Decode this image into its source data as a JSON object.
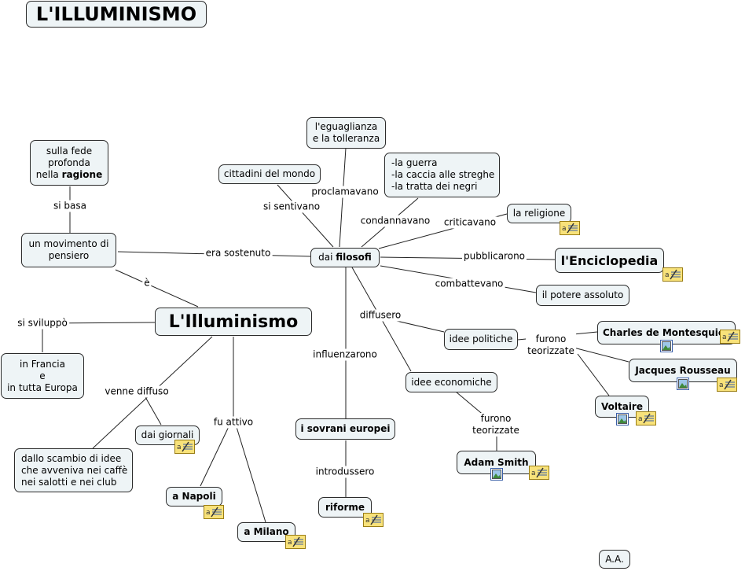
{
  "title": "L'ILLUMINISMO",
  "center": "L'Illuminismo",
  "nodes": {
    "fede": [
      "sulla fede",
      "profonda",
      "nella ",
      "ragione"
    ],
    "movimento": "un movimento di\npensiero",
    "francia": "in Francia\ne\nin tutta Europa",
    "scambio": "dallo scambio di idee\nche avveniva nei caffè\nnei salotti e nei club",
    "giornali": "dai giornali",
    "napoli": "a Napoli",
    "milano": "a Milano",
    "filosofi": [
      "dai ",
      "filosofi"
    ],
    "eguaglianza": "l'eguaglianza\ne la tolleranza",
    "cittadini": "cittadini del mondo",
    "guerra": "-la guerra\n-la caccia alle streghe\n-la tratta dei negri",
    "religione": "la religione",
    "enciclopedia": "l'Enciclopedia",
    "potere": "il potere assoluto",
    "sovrani": "i sovrani europei",
    "riforme": "riforme",
    "idee_politiche": "idee politiche",
    "idee_economiche": "idee economiche",
    "montesquieu": "Charles de Montesquieu",
    "rousseau": "Jacques Rousseau",
    "voltaire": "Voltaire",
    "smith": "Adam Smith"
  },
  "labels": {
    "si_basa": "si basa",
    "e": "è",
    "si_sviluppo": "si sviluppò",
    "venne_diffuso": "venne diffuso",
    "fu_attivo": "fu attivo",
    "era_sostenuto": "era sostenuto",
    "proclamavano": "proclamavano",
    "si_sentivano": "si sentivano",
    "condannavano": "condannavano",
    "criticavano": "criticavano",
    "pubblicarono": "pubblicarono",
    "combattevano": "combattevano",
    "diffusero": "diffusero",
    "influenzarono": "influenzarono",
    "introdussero": "introdussero",
    "furono_teorizzate_1": "furono\nteorizzate",
    "furono_teorizzate_2": "furono\nteorizzate"
  },
  "footer": "A.A.",
  "icons": {
    "note": "notes-attachment-icon",
    "picture": "picture-icon"
  },
  "colors": {
    "node_fill": "#eef4f6",
    "node_border": "#2b2b2b",
    "note_fill": "#f8e27a"
  }
}
